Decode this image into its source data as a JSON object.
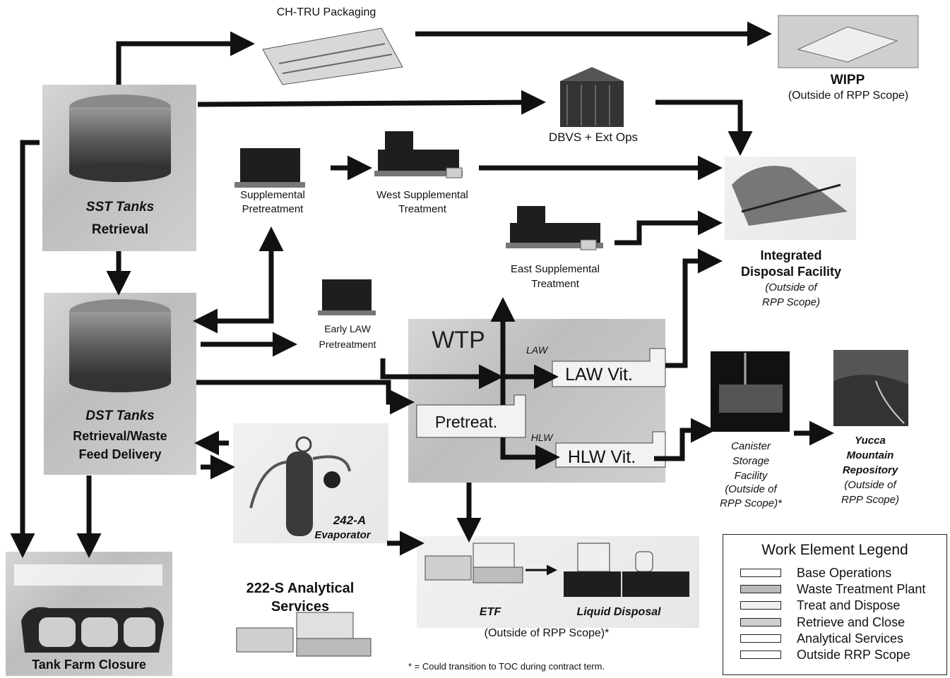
{
  "nodes": {
    "ch_tru": "CH-TRU Packaging",
    "wipp_title": "WIPP",
    "wipp_scope": "(Outside of RPP Scope)",
    "dbvs": "DBVS + Ext Ops",
    "sst_title": "SST Tanks",
    "sst_sub": "Retrieval",
    "supp_pre_1": "Supplemental",
    "supp_pre_2": "Pretreatment",
    "west_1": "West  Supplemental",
    "west_2": "Treatment",
    "east_1": "East Supplemental",
    "east_2": "Treatment",
    "idf_1": "Integrated",
    "idf_2": "Disposal Facility",
    "idf_3": "(Outside of",
    "idf_4": "RPP Scope)",
    "early_1": "Early LAW",
    "early_2": "Pretreatment",
    "wtp": "WTP",
    "law_small": "LAW",
    "law_vit": "LAW Vit.",
    "pretreat": "Pretreat.",
    "hlw_small": "HLW",
    "hlw_vit": "HLW Vit.",
    "dst_title": "DST Tanks",
    "dst_sub_1": "Retrieval/Waste",
    "dst_sub_2": "Feed Delivery",
    "canister_1": "Canister",
    "canister_2": "Storage",
    "canister_3": "Facility",
    "canister_4": "(Outside of",
    "canister_5": "RPP Scope)*",
    "yucca_1": "Yucca",
    "yucca_2": "Mountain",
    "yucca_3": "Repository",
    "yucca_4": "(Outside of",
    "yucca_5": "RPP Scope)",
    "evap_1": "242-A",
    "evap_2": "Evaporator",
    "analytical_1": "222-S Analytical",
    "analytical_2": "Services",
    "etf": "ETF",
    "liquid": "Liquid Disposal",
    "etf_scope": "(Outside of RPP Scope)*",
    "closure": "Tank Farm Closure"
  },
  "footnote": "* = Could transition to TOC during contract term.",
  "legend": {
    "title": "Work Element Legend",
    "items": [
      {
        "label": "Base Operations",
        "color": "#ffffff"
      },
      {
        "label": "Waste Treatment Plant",
        "color": "#b9b9b9"
      },
      {
        "label": "Treat and Dispose",
        "color": "#f0f0f0"
      },
      {
        "label": "Retrieve and Close",
        "color": "#cfcfcf"
      },
      {
        "label": "Analytical Services",
        "color": "#ffffff"
      },
      {
        "label": "Outside RRP Scope",
        "color": "#ffffff"
      }
    ]
  }
}
